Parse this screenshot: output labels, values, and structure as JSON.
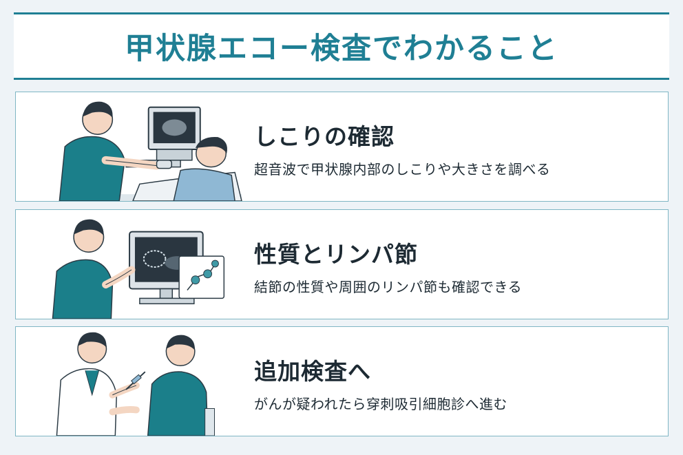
{
  "header": {
    "title": "甲状腺エコー検査でわかること"
  },
  "cards": [
    {
      "heading": "しこりの確認",
      "desc": "超音波で甲状腺内部のしこりや大きさを調べる",
      "icon": "ultrasound-exam-illustration"
    },
    {
      "heading": "性質とリンパ節",
      "desc": "結節の性質や周囲のリンパ節も確認できる",
      "icon": "monitor-lymph-node-illustration"
    },
    {
      "heading": "追加検査へ",
      "desc": "がんが疑われたら穿刺吸引細胞診へ進む",
      "icon": "doctor-consultation-illustration"
    }
  ],
  "colors": {
    "accent": "#1f7f94",
    "teal_scrubs": "#1b7f8a",
    "text": "#1d2a33",
    "border": "#7fb6c4"
  }
}
